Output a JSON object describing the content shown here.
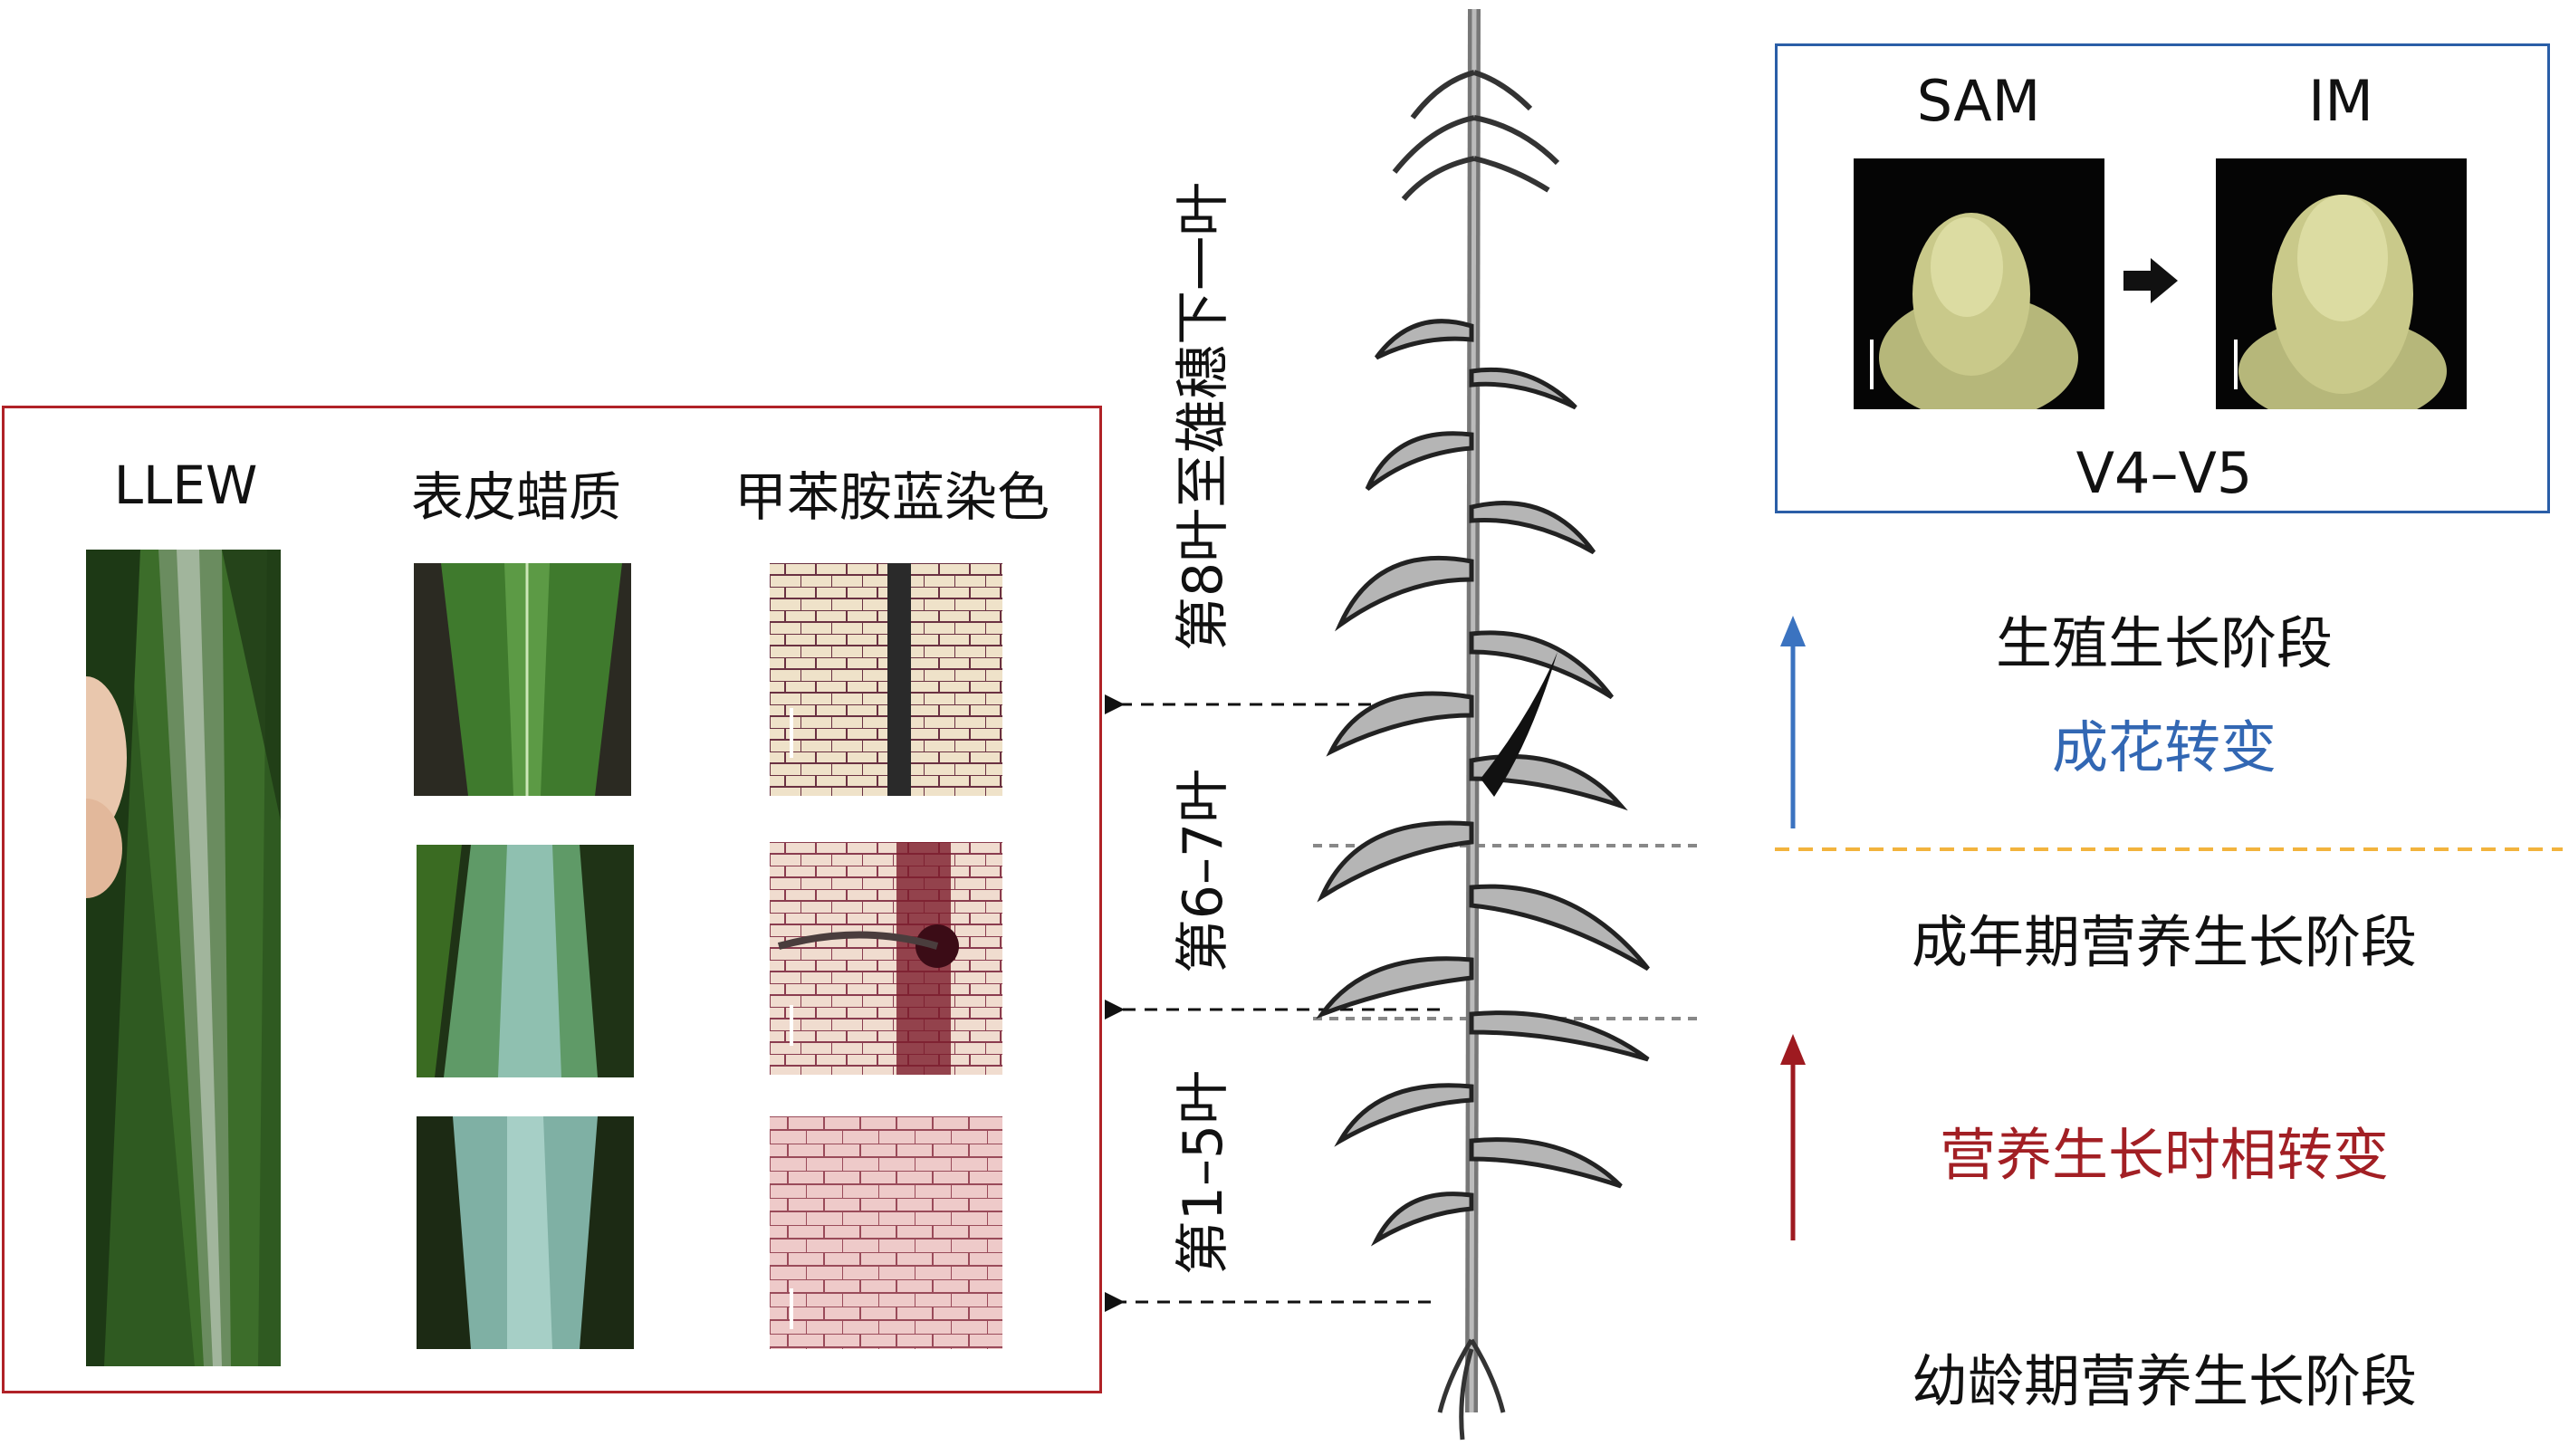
{
  "leaf_panel": {
    "col_headers": [
      "LLEW",
      "表皮蜡质",
      "甲苯胺蓝染色"
    ]
  },
  "leaf_ranges": [
    {
      "label": "第8叶至雄穗下一叶"
    },
    {
      "label": "第6–7叶"
    },
    {
      "label": "第1–5叶"
    }
  ],
  "meristem_panel": {
    "sam_label": "SAM",
    "im_label": "IM",
    "stage_label": "V4–V5"
  },
  "phases": {
    "reproductive": "生殖生长阶段",
    "floral_transition": "成花转变",
    "adult_vegetative": "成年期营养生长阶段",
    "vegetative_phase_change": "营养生长时相转变",
    "juvenile_vegetative": "幼龄期营养生长阶段"
  },
  "colors": {
    "leaf_panel_border": "#b02227",
    "meristem_panel_border": "#2a5ea7",
    "blue_arrow": "#3b73c0",
    "red_arrow": "#9e1a20",
    "transition_line": "#f2b33d"
  }
}
